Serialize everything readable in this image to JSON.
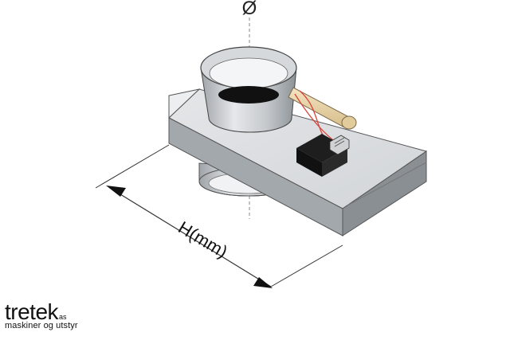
{
  "diagram": {
    "diameter_symbol": "Ø",
    "dimension_label": "H(mm)"
  },
  "logo": {
    "name": "tretek",
    "suffix": "as",
    "tagline": "maskiner og utstyr"
  },
  "colors": {
    "plate_top": "#dcdfe2",
    "plate_side": "#9da2a7",
    "plate_edge": "#c6c9cd",
    "pipe": "#c9ccd0",
    "hole": "#111111",
    "probe": "#e8d3a8",
    "wire": "#d9443a",
    "sensor": "#121212",
    "dimension_line": "#333333"
  }
}
